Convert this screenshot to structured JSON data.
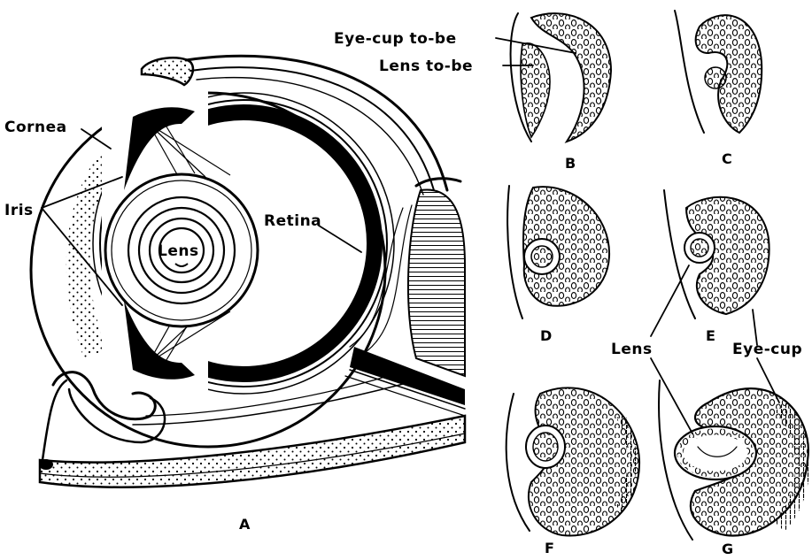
{
  "labels": {
    "cornea": "Cornea",
    "iris": "Iris",
    "lens_main": "Lens",
    "retina": "Retina",
    "eye_cup_to_be": "Eye-cup to-be",
    "lens_to_be": "Lens to-be",
    "lens": "Lens",
    "eye_cup": "Eye-cup"
  },
  "panels": {
    "A": "A",
    "B": "B",
    "C": "C",
    "D": "D",
    "E": "E",
    "F": "F",
    "G": "G"
  }
}
